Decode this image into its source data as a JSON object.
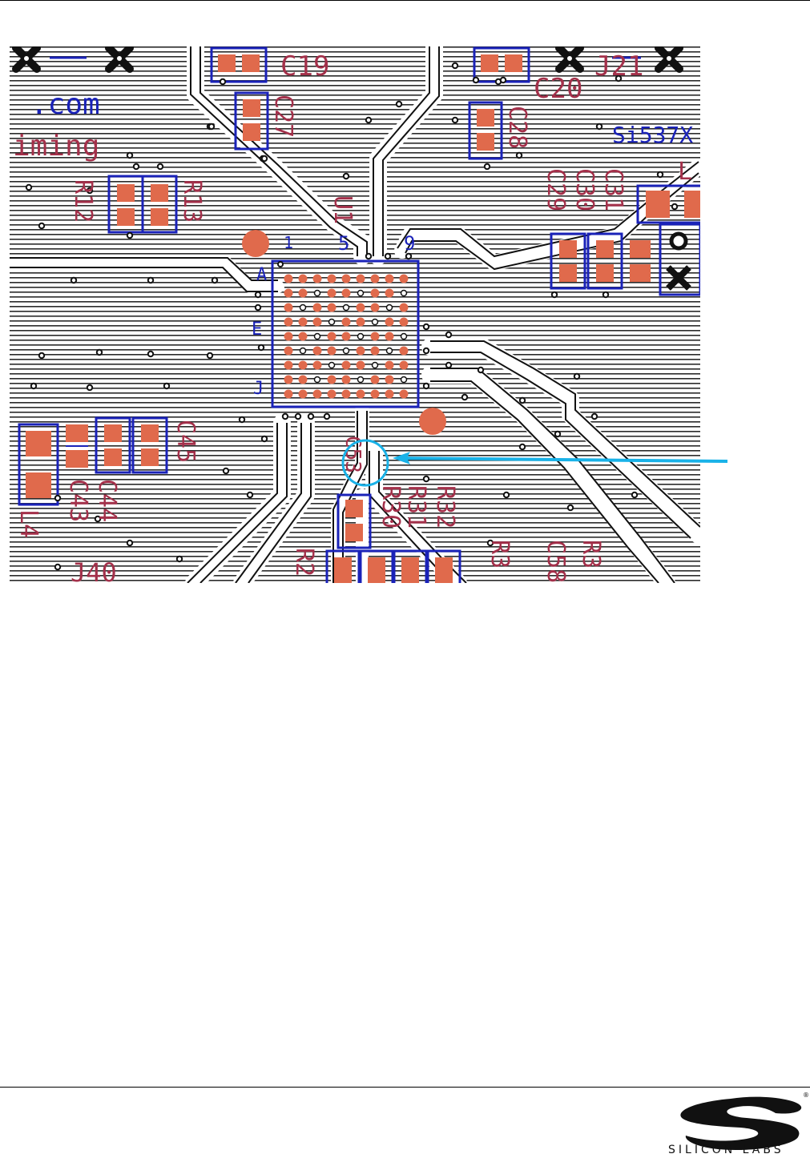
{
  "colors": {
    "copper_pad": "#e06a4c",
    "component_outline": "#1a22b8",
    "silkscreen_red": "#a3304a",
    "trace": "#111111",
    "callout": "#19b2e8"
  },
  "pcb": {
    "silk_red_labels": {
      "c19": "C19",
      "c20": "C20",
      "j21": "J21",
      "c27": "C27",
      "c28": "C28",
      "c29": "C29",
      "c30": "C30",
      "c31": "C31",
      "r12": "R12",
      "r13": "R13",
      "c45": "C45",
      "c44": "C44",
      "c43": "C43",
      "l4": "L4",
      "j40": "J40",
      "r32": "R32",
      "r31": "R31",
      "r30": "R30",
      "r2": "R2",
      "r3": "R3",
      "c58": "C58",
      "r34": "R3",
      "c53": "C53",
      "dot_com": ".com",
      "timing": "iming",
      "l_partial": "L",
      "u1": "U1"
    },
    "silk_blue_labels": {
      "si537x": "Si537X",
      "pin1": "1",
      "pin5": "5",
      "pin9": "9",
      "row_a": "A",
      "row_e": "E",
      "row_j": "J"
    }
  },
  "footer": {
    "logo_icon": "silicon-labs-logo-icon",
    "brand": "SILICON LABS",
    "reg_mark": "®"
  }
}
